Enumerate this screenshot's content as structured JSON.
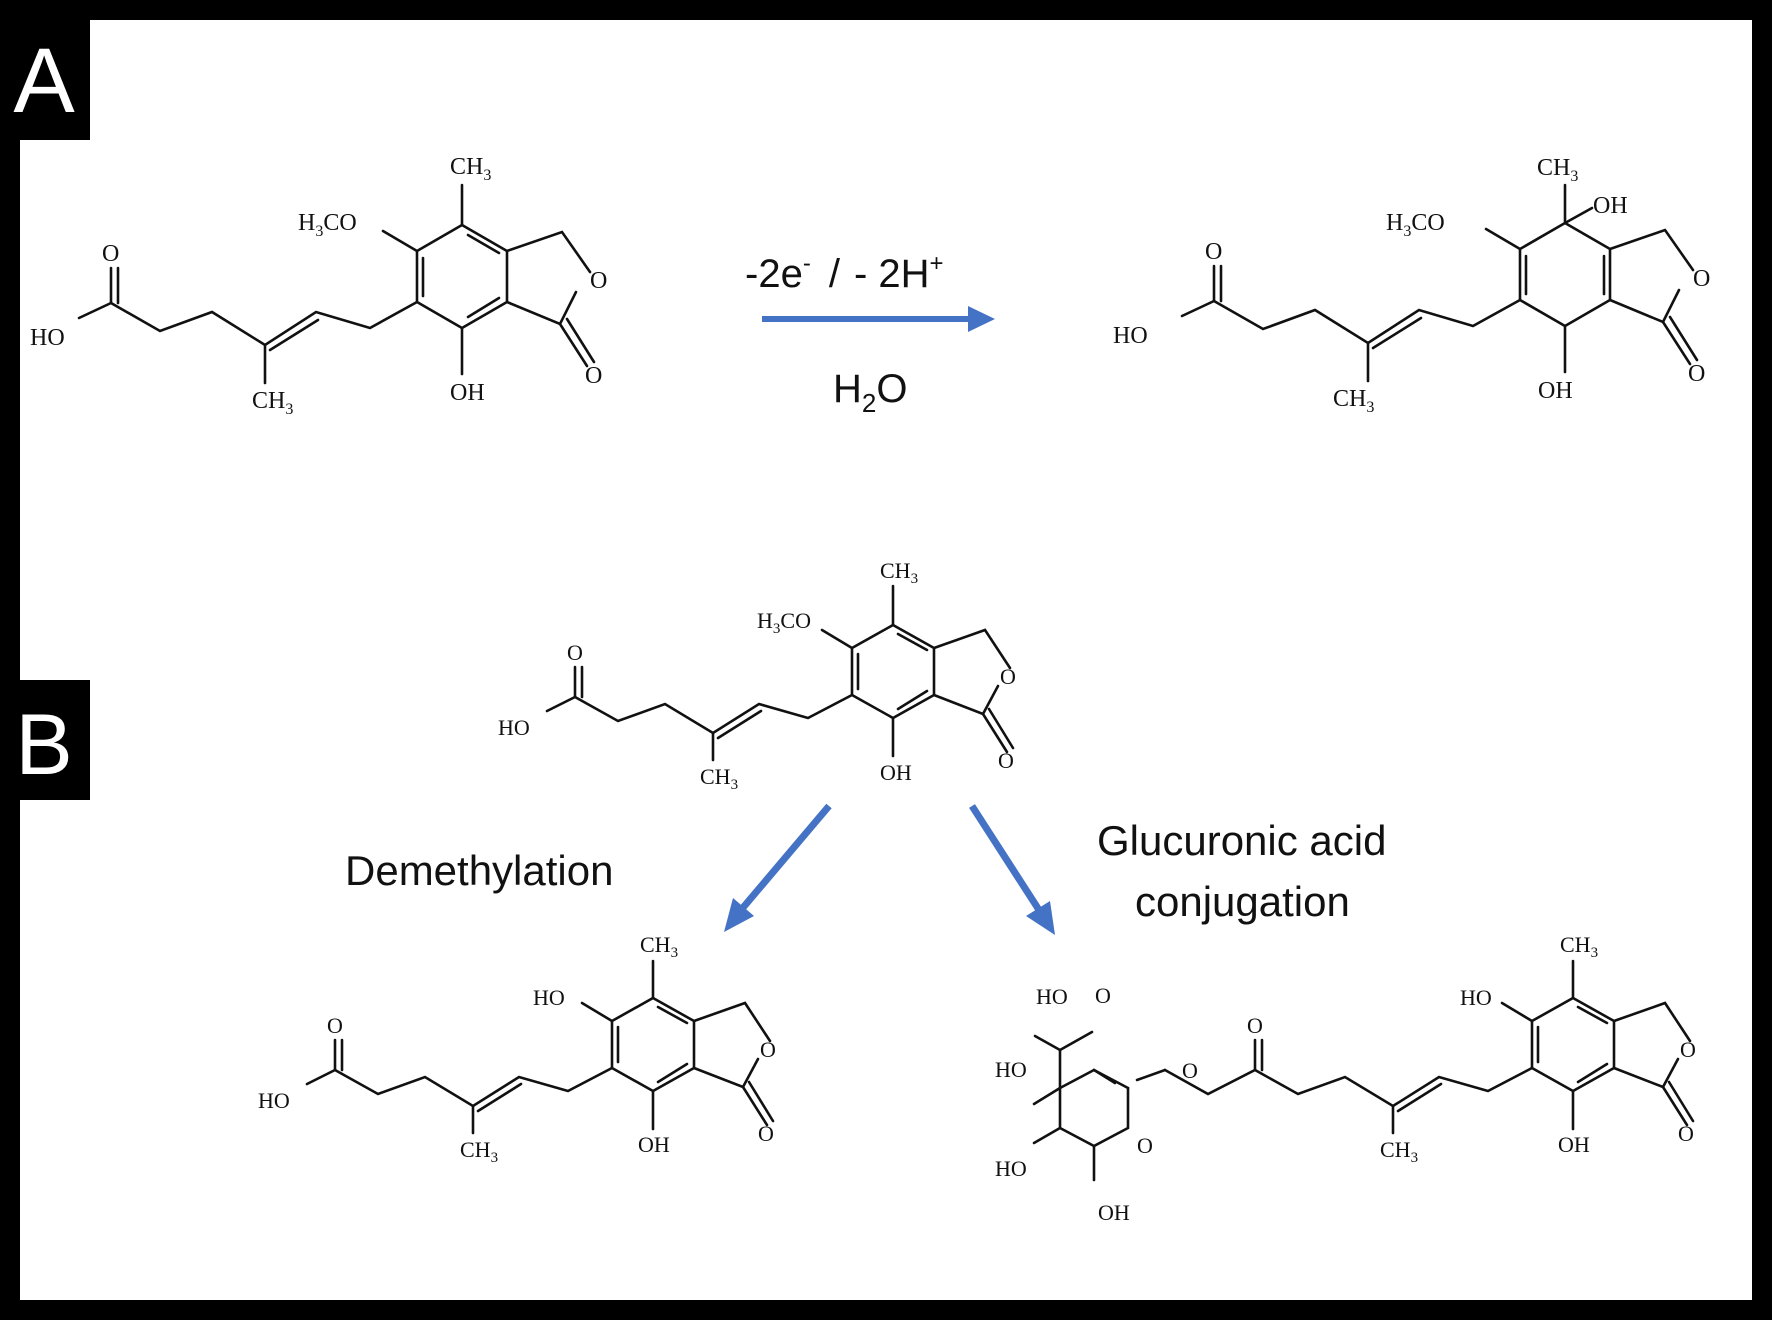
{
  "panels": {
    "a": "A",
    "b": "B"
  },
  "reaction": {
    "electrons": "-2e",
    "electrons_sup": "-",
    "slash": "/",
    "protons": "- 2H",
    "protons_sup": "+",
    "water_h": "H",
    "water_sub": "2",
    "water_o": "O"
  },
  "labels": {
    "demethylation": "Demethylation",
    "glucuronic_1": "Glucuronic acid",
    "glucuronic_2": "conjugation"
  },
  "atoms": {
    "ch3": "CH",
    "sub3": "3",
    "h3co_h": "H",
    "h3co_co": "CO",
    "oh": "OH",
    "ho": "HO",
    "o": "O"
  },
  "colors": {
    "arrow": "#4472C4",
    "frame": "#000000",
    "panel_label_bg": "#000000"
  }
}
